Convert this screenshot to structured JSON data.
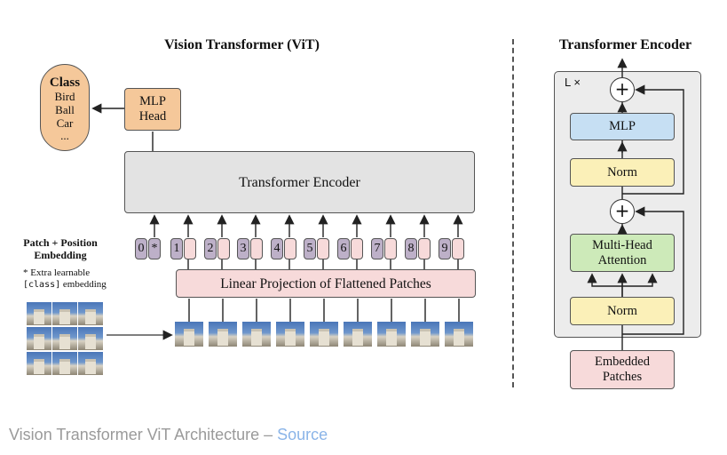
{
  "vit": {
    "title": "Vision Transformer (ViT)",
    "class_box": {
      "heading": "Class",
      "items": [
        "Bird",
        "Ball",
        "Car",
        "..."
      ]
    },
    "mlp_head": "MLP\nHead",
    "encoder": "Transformer Encoder",
    "embedding_label": "Patch + Position\nEmbedding",
    "extra_note_1": "* Extra learnable",
    "extra_note_2_code": "[class]",
    "extra_note_2_rest": " embedding",
    "positions": [
      "0",
      "1",
      "2",
      "3",
      "4",
      "5",
      "6",
      "7",
      "8",
      "9"
    ],
    "class_token_mark": "*",
    "projection": "Linear Projection of Flattened Patches"
  },
  "encoder_detail": {
    "title": "Transformer Encoder",
    "repeat": "L ×",
    "plus": "+",
    "mlp": "MLP",
    "norm": "Norm",
    "attention": "Multi-Head\nAttention",
    "input": "Embedded\nPatches"
  },
  "caption": {
    "text": "Vision Transformer ViT Architecture – ",
    "link": "Source"
  },
  "colors": {
    "orange": "#f5c89a",
    "gray": "#e3e3e3",
    "pink": "#f7dada",
    "purple": "#bdb0c8",
    "blue": "#c6dff3",
    "yellow": "#fbf0b8",
    "green": "#cdeab9",
    "panel": "#ececec"
  }
}
